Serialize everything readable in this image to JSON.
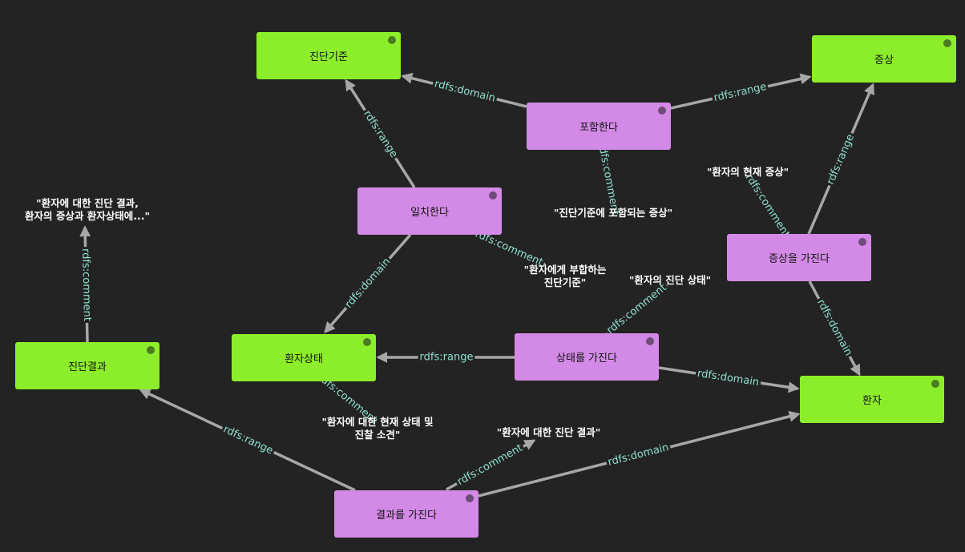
{
  "nodes": {
    "diagnostic_criteria": "진단기준",
    "symptom": "증상",
    "includes": "포함한다",
    "matches": "일치한다",
    "has_symptom": "증상을 가진다",
    "diagnosis_result": "진단결과",
    "patient_state": "환자상태",
    "has_state": "상태를 가진다",
    "patient": "환자",
    "has_result": "결과를 가진다"
  },
  "literals": {
    "diagnosis_result_comment": "\"환자에 대한 진단 결과,\n환자의 증상과 환자상태에...\"",
    "includes_comment": "\"진단기준에 포함되는 증상\"",
    "has_symptom_comment": "\"환자의 현재 증상\"",
    "matches_comment": "\"환자에게 부합하는\n진단기준\"",
    "has_state_comment": "\"환자의 진단 상태\"",
    "patient_state_comment": "\"환자에 대한 현재 상태 및\n진찰 소견\"",
    "has_result_comment": "\"환자에 대한 진단 결과\""
  },
  "edge_labels": {
    "domain": "rdfs:domain",
    "range": "rdfs:range",
    "comment": "rdfs:comment"
  },
  "colors": {
    "background": "#232323",
    "class_node": "#8ced2a",
    "property_node": "#d38ae6",
    "edge": "#a7a7a7",
    "edge_label": "#8fe0cf",
    "literal_text": "#ffffff"
  }
}
